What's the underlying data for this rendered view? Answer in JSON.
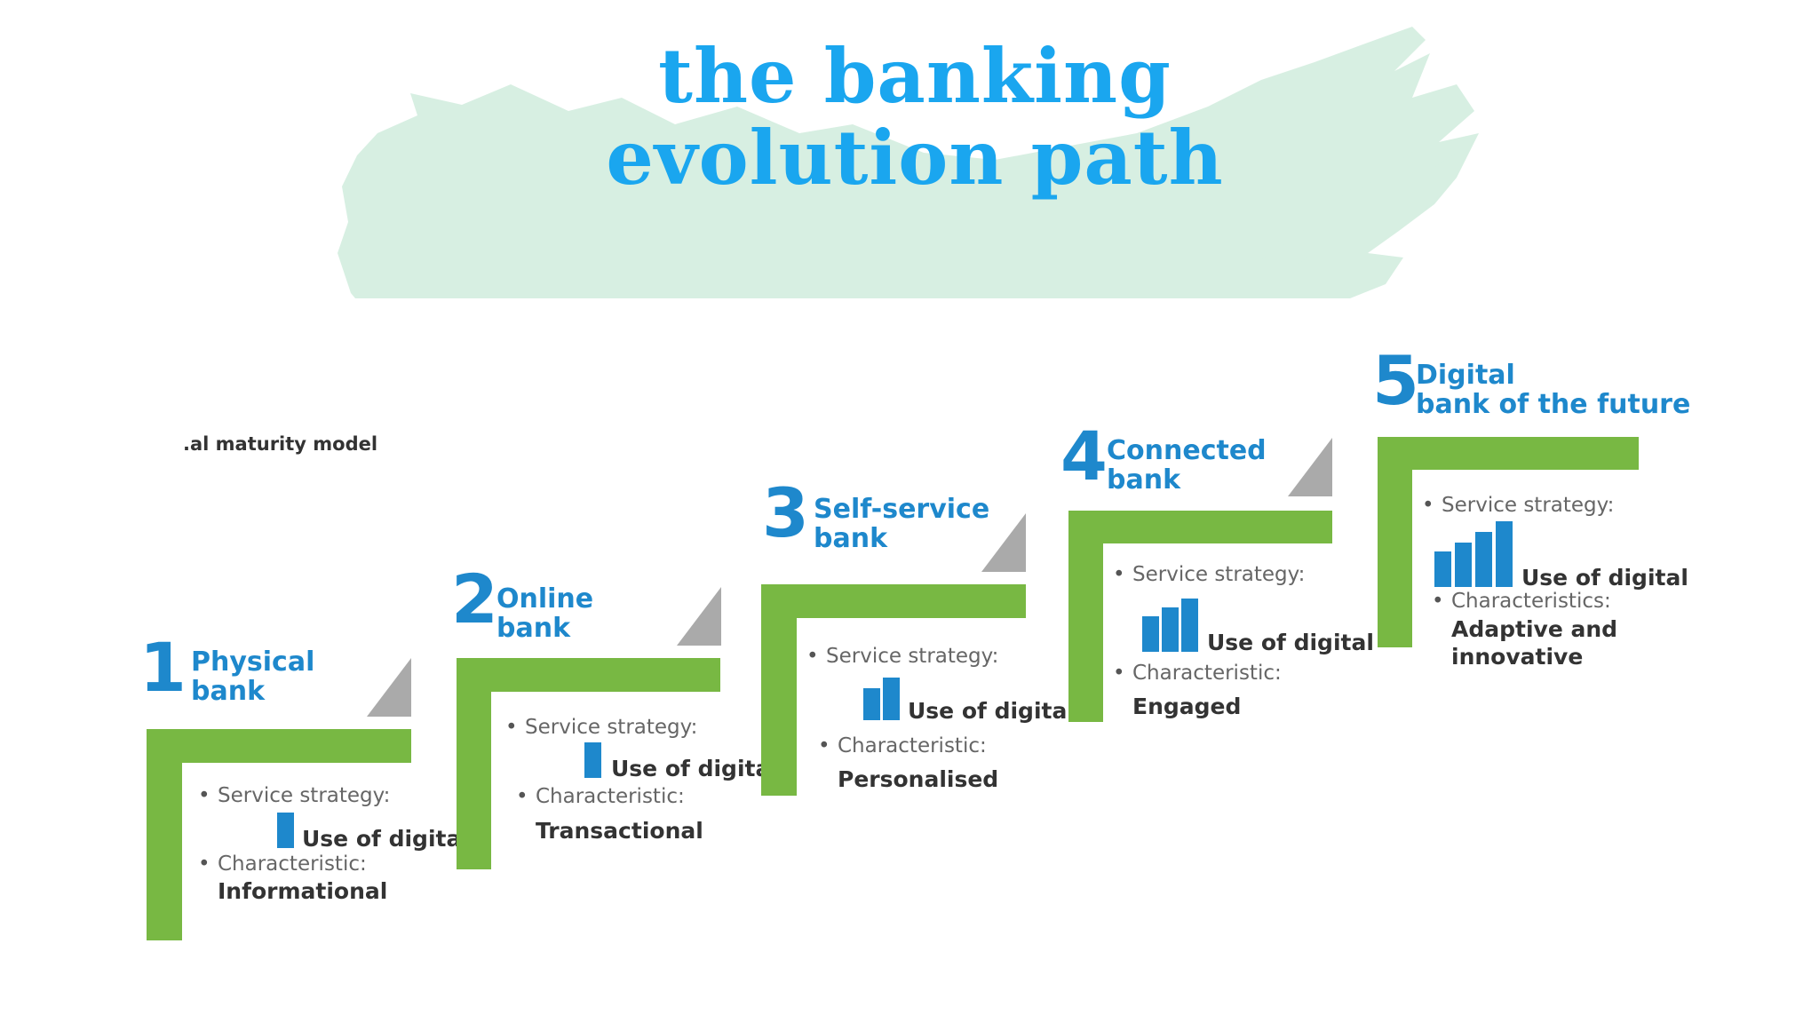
{
  "title": "the banking evolution path",
  "model_label": ".al maturity model",
  "steps": [
    {
      "number": "1",
      "heading_line1": "Physical",
      "heading_line2": "bank",
      "service_label": "Service strategy:",
      "digital_label": "Use of digital",
      "digital_level": 1,
      "char_label": "Characteristic:",
      "char_value_line1": "Informational",
      "char_value_line2": ""
    },
    {
      "number": "2",
      "heading_line1": "Online",
      "heading_line2": "bank",
      "service_label": "Service strategy:",
      "digital_label": "Use of digital",
      "digital_level": 1,
      "char_label": "Characteristic:",
      "char_value_line1": "Transactional",
      "char_value_line2": ""
    },
    {
      "number": "3",
      "heading_line1": "Self-service",
      "heading_line2": "bank",
      "service_label": "Service strategy:",
      "digital_label": "Use of digital",
      "digital_level": 2,
      "char_label": "Characteristic:",
      "char_value_line1": "Personalised",
      "char_value_line2": ""
    },
    {
      "number": "4",
      "heading_line1": "Connected",
      "heading_line2": "bank",
      "service_label": "Service strategy:",
      "digital_label": "Use of digital",
      "digital_level": 3,
      "char_label": "Characteristic:",
      "char_value_line1": "Engaged",
      "char_value_line2": ""
    },
    {
      "number": "5",
      "heading_line1": "Digital",
      "heading_line2": "bank of the future",
      "service_label": "Service strategy:",
      "digital_label": "Use of digital",
      "digital_level": 4,
      "char_label": "Characteristics:",
      "char_value_line1": "Adaptive and",
      "char_value_line2": "innovative"
    }
  ]
}
